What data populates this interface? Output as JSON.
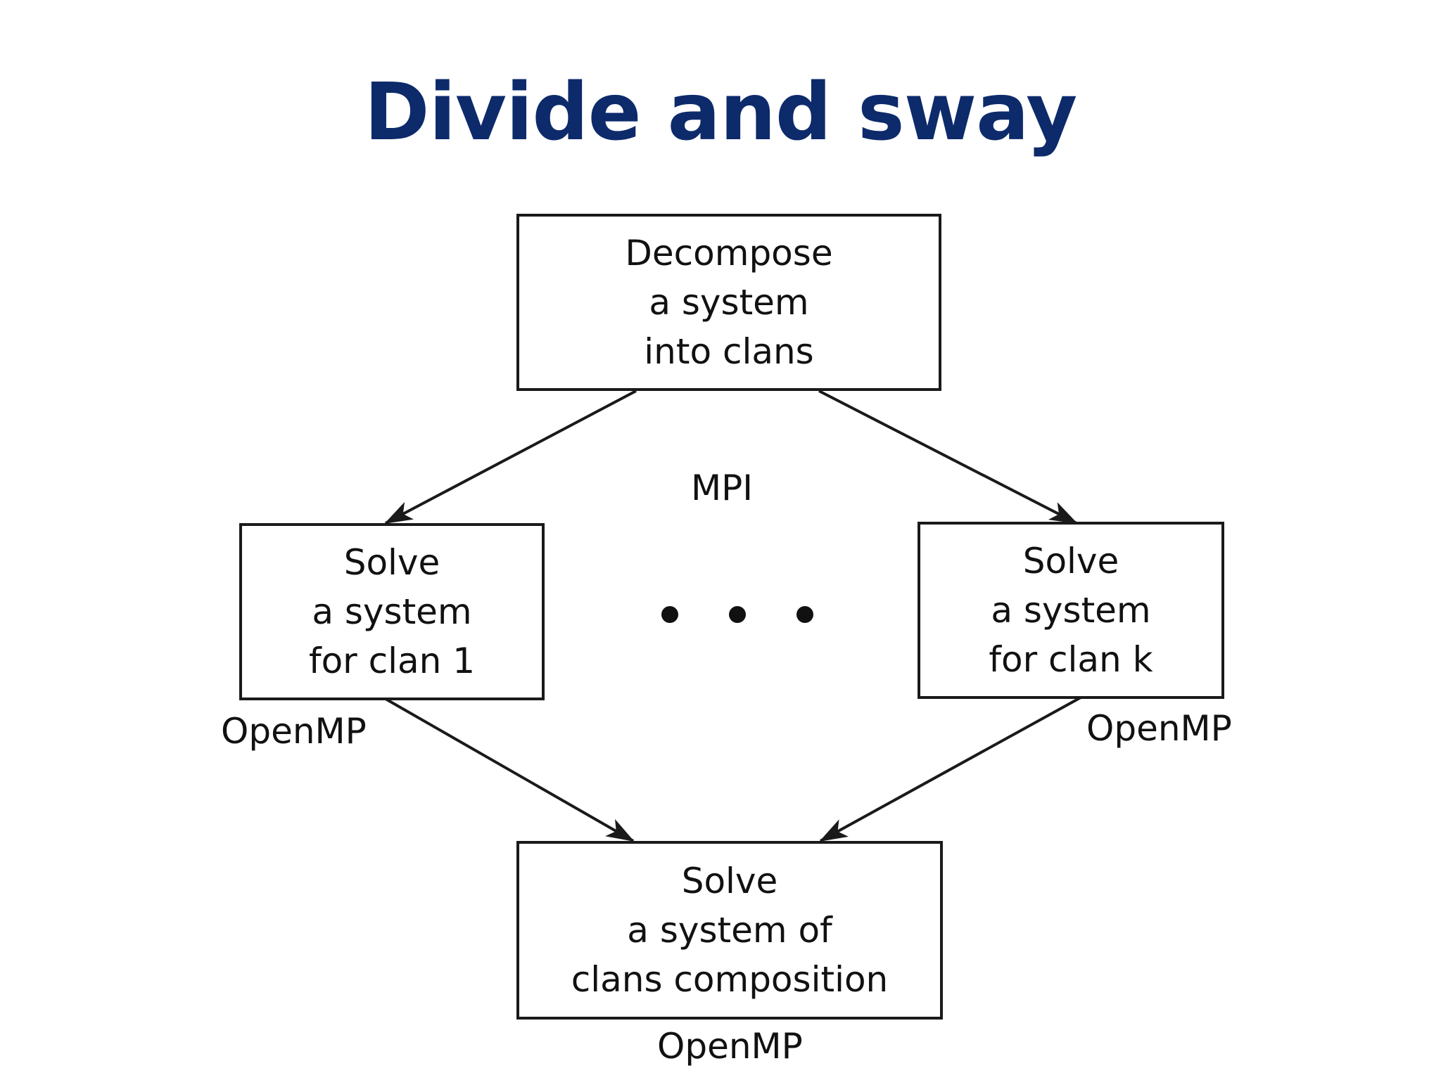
{
  "title": "Divide and sway",
  "boxes": {
    "decompose": [
      "Decompose",
      "a system",
      "into clans"
    ],
    "clan_first": [
      "Solve",
      "a system",
      "for clan 1"
    ],
    "clan_last": [
      "Solve",
      "a system",
      "for clan k"
    ],
    "composition": [
      "Solve",
      "a system of",
      "clans composition"
    ]
  },
  "labels": {
    "mpi": "MPI",
    "openmp_left": "OpenMP",
    "openmp_right": "OpenMP",
    "openmp_bottom": "OpenMP"
  },
  "colors": {
    "title": "#0d2a6b",
    "stroke": "#1a1a1a"
  }
}
